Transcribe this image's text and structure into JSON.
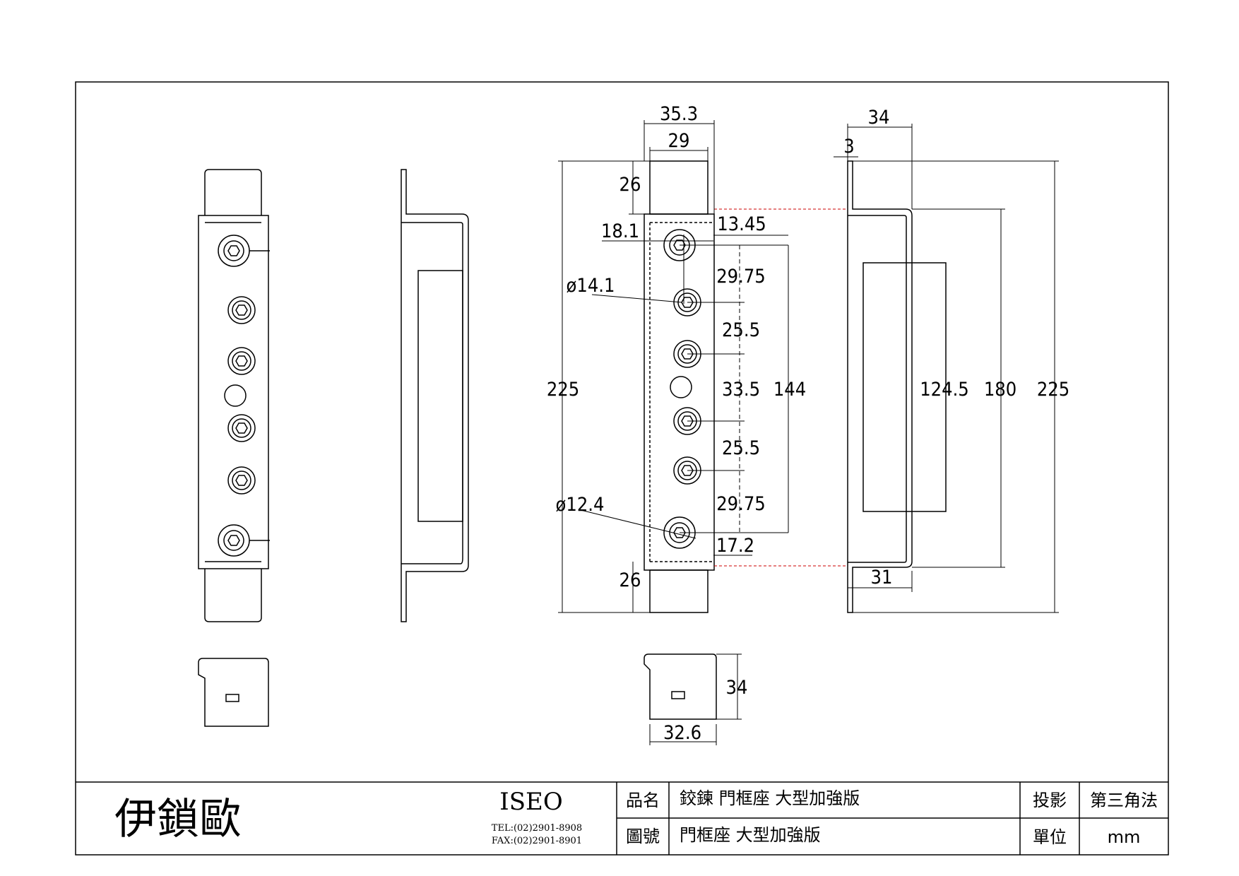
{
  "title_block": {
    "company": "伊鎖歐",
    "brand": "ISEO",
    "tel": "TEL:(02)2901-8908",
    "fax": "FAX:(02)2901-8901",
    "product_name_label": "品名",
    "product_name": "鉸鍊 門框座 大型加強版",
    "drawing_no_label": "圖號",
    "drawing_no": "門框座 大型加強版",
    "projection_label": "投影",
    "projection": "第三角法",
    "unit_label": "單位",
    "unit": "mm"
  },
  "dimensions": {
    "overall_width": "35.3",
    "inner_width": "29",
    "tab_top_height": "26",
    "tab_bottom_height": "26",
    "hole_offset_left": "18.1",
    "hole_offset_right": "13.45",
    "bottom_hole_offset": "17.2",
    "dia_small": "ø14.1",
    "dia_large": "ø12.4",
    "pitch_1": "29.75",
    "pitch_2": "25.5",
    "pitch_3": "33.5",
    "pitch_4": "25.5",
    "pitch_5": "29.75",
    "hole_span": "144",
    "overall_height_front": "225",
    "side_depth": "34",
    "side_thickness": "3",
    "slot_height": "124.5",
    "body_height": "180",
    "overall_height_side": "225",
    "side_bottom_width": "31",
    "bottom_view_depth": "34",
    "bottom_view_width": "32.6"
  }
}
